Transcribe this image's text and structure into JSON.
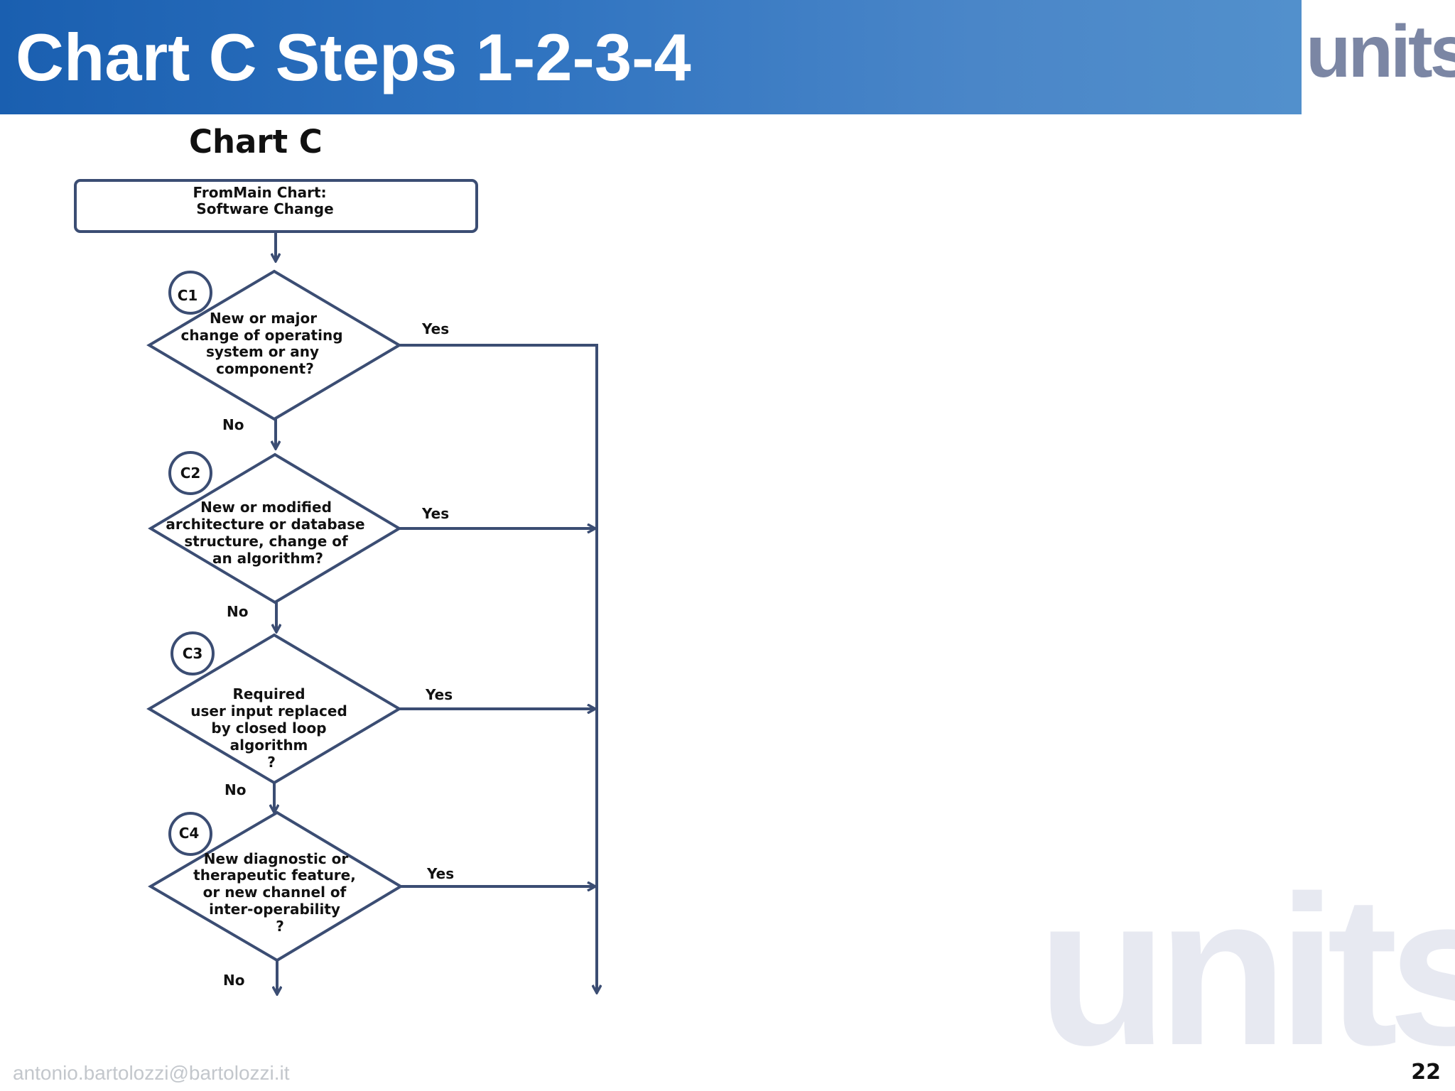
{
  "header": {
    "title": "Chart C Steps 1-2-3-4",
    "logo_text": "units"
  },
  "chart_title": "Chart C",
  "start_box": {
    "line1": "FromMain Chart:",
    "line2": "Software Change"
  },
  "decisions": [
    {
      "id": "C1",
      "lines": [
        "New or major",
        "change of operating",
        "system or any",
        "component?"
      ],
      "yes_label": "Yes",
      "no_label": "No"
    },
    {
      "id": "C2",
      "lines": [
        "New or modified",
        "architecture or database",
        "structure, change of",
        "an algorithm?"
      ],
      "yes_label": "Yes",
      "no_label": "No"
    },
    {
      "id": "C3",
      "lines": [
        "Required",
        "user input replaced",
        "by closed loop",
        "algorithm",
        "?"
      ],
      "yes_label": "Yes",
      "no_label": "No"
    },
    {
      "id": "C4",
      "lines": [
        "New diagnostic or",
        "therapeutic feature,",
        "or new channel of",
        "inter-operability",
        "?"
      ],
      "yes_label": "Yes",
      "no_label": "No"
    }
  ],
  "footer": {
    "email": "antonio.bartolozzi@bartolozzi.it",
    "page_number": "22"
  },
  "colors": {
    "header_blue": "#1a5fb0",
    "header_blue_light": "#5290cc",
    "flow_line": "#3b4d73",
    "logo_dark": "#2b4a6e",
    "logo_gray": "#7b86a4",
    "watermark": "#e7e9f1"
  }
}
